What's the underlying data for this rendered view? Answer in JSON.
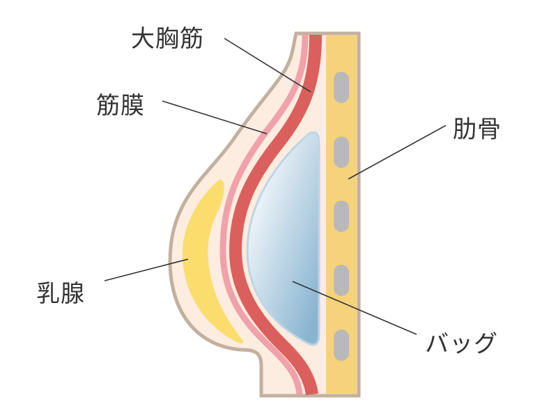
{
  "labels": {
    "pectoralis_major": "大胸筋",
    "fascia": "筋膜",
    "rib": "肋骨",
    "mammary_gland": "乳腺",
    "implant": "バッグ"
  },
  "colors": {
    "skin_fill": "#fdece0",
    "skin_outline": "#c3b09f",
    "muscle": "#db5f5c",
    "fascia": "#f0a1aa",
    "rib_strip": "#f7d27c",
    "rib_bone": "#b9b9b9",
    "gland": "#fbdd6e",
    "implant_light": "#ffffff",
    "implant_dark": "#8ab5d1",
    "leader_line": "#333333"
  }
}
